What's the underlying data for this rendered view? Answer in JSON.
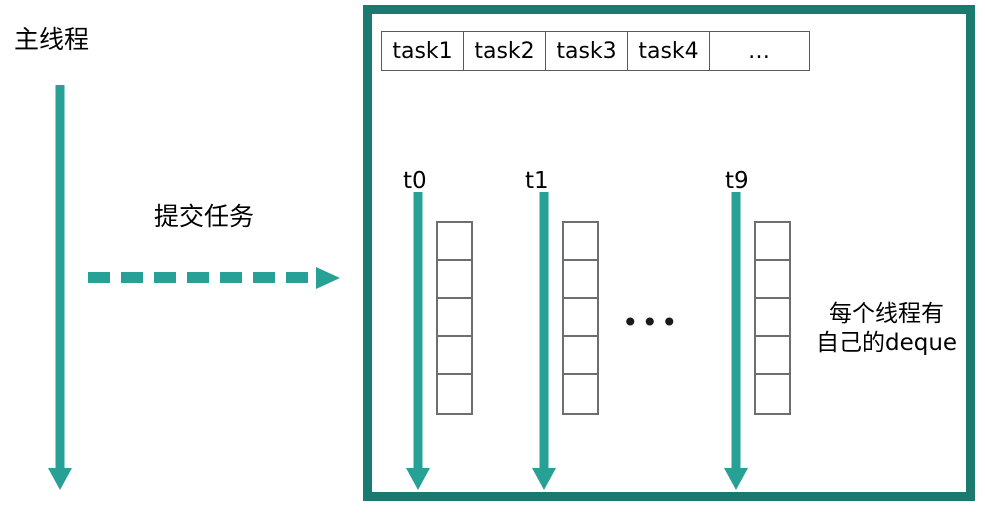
{
  "diagram": {
    "title_text": "主线程",
    "submit_label": "提交任务",
    "deque_note": "每个线程有\n自己的deque",
    "middle_ellipsis": "•••",
    "colors": {
      "frame_border": "#1B7A70",
      "arrow_teal": "#27A096",
      "cell_border": "#5a5a5a",
      "deque_border": "#6e6e6e",
      "text": "#000000",
      "background": "#ffffff"
    }
  },
  "task_queue": {
    "cells": [
      {
        "label": "task1"
      },
      {
        "label": "task2"
      },
      {
        "label": "task3"
      },
      {
        "label": "task4"
      },
      {
        "label": "…"
      }
    ]
  },
  "threads": [
    {
      "id": "t0",
      "label": "t0",
      "deque_slots": 5
    },
    {
      "id": "t1",
      "label": "t1",
      "deque_slots": 5
    },
    {
      "id": "t9",
      "label": "t9",
      "deque_slots": 5
    }
  ]
}
